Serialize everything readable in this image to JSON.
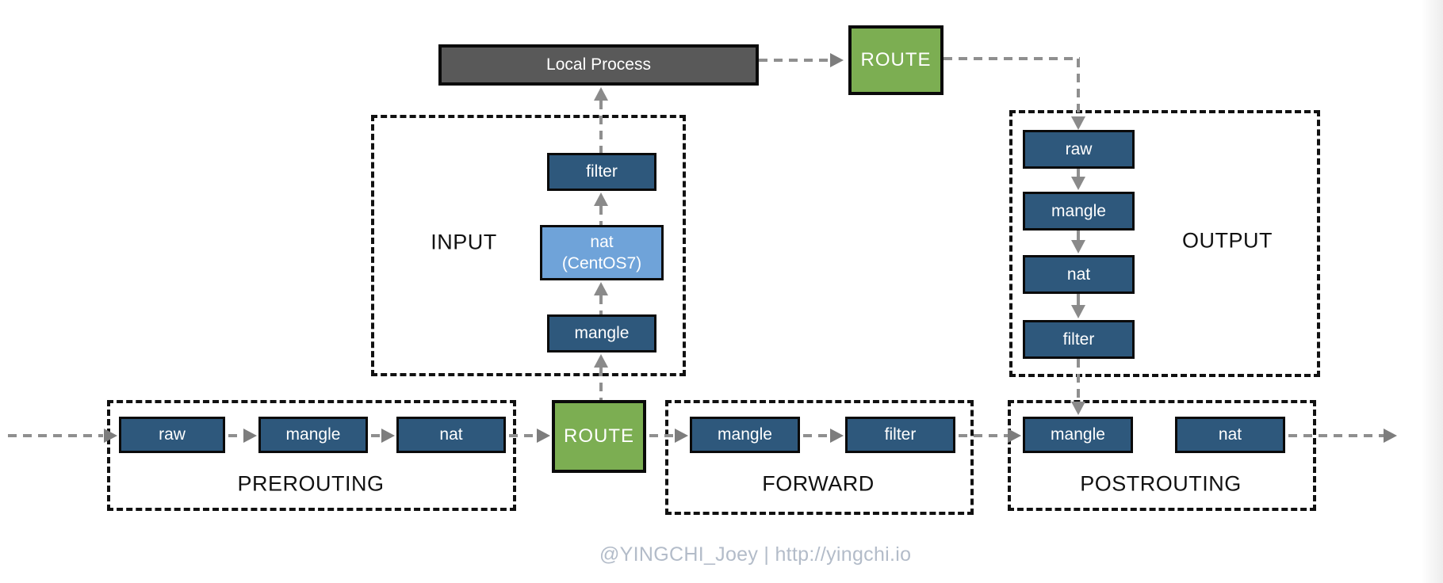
{
  "diagram": {
    "local_process": {
      "label": "Local Process"
    },
    "route_top": {
      "label": "ROUTE"
    },
    "route_main": {
      "label": "ROUTE"
    },
    "input": {
      "label": "INPUT",
      "boxes": {
        "filter": "filter",
        "nat_line1": "nat",
        "nat_line2": "(CentOS7)",
        "mangle": "mangle"
      }
    },
    "output": {
      "label": "OUTPUT",
      "boxes": {
        "raw": "raw",
        "mangle": "mangle",
        "nat": "nat",
        "filter": "filter"
      }
    },
    "prerouting": {
      "label": "PREROUTING",
      "boxes": {
        "raw": "raw",
        "mangle": "mangle",
        "nat": "nat"
      }
    },
    "forward": {
      "label": "FORWARD",
      "boxes": {
        "mangle": "mangle",
        "filter": "filter"
      }
    },
    "postrouting": {
      "label": "POSTROUTING",
      "boxes": {
        "mangle": "mangle",
        "nat": "nat"
      }
    },
    "footer": {
      "attribution": "@YINGCHI_Joey | http://yingchi.io"
    },
    "colors": {
      "chain_box": "#2E587C",
      "nat_centos7_box": "#6FA3D9",
      "route_box": "#7CAE52",
      "local_process_box": "#595959",
      "region_border": "#111111",
      "arrow_gray": "#8F8F8F",
      "footer_text": "#B3BCC9"
    }
  }
}
